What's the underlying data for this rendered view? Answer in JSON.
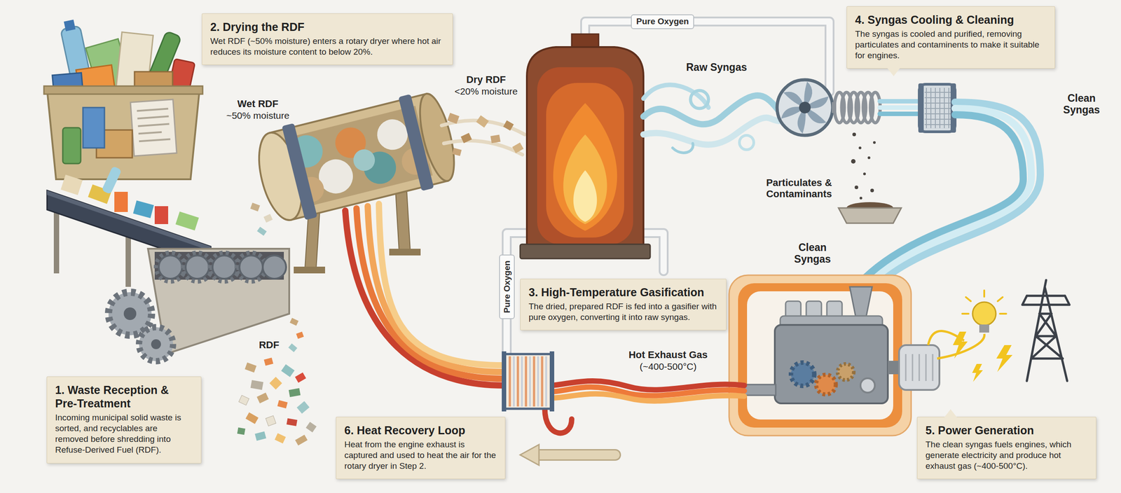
{
  "diagram": {
    "nodes": [
      {
        "text": [
          "1. Waste Reception & Pre-Treatment",
          "Incoming municipal solid waste is sorted, and recyclables are removed before shredding into Refuse-Derived Fuel (RDF)."
        ]
      },
      {
        "text": [
          "2. Drying the RDF",
          "Wet RDF (~50% moisture) enters a rotary dryer where hot air reduces its moisture content to below 20%."
        ]
      },
      {
        "text": [
          "3. High-Temperature Gasification",
          "The dried, prepared RDF is fed into a gasifier with pure oxygen, converting it into raw syngas."
        ]
      },
      {
        "text": [
          "4. Syngas Cooling & Cleaning",
          "The syngas is cooled and purified, removing particulates and contaminents to make it suitable for engines."
        ]
      },
      {
        "text": [
          "5. Power Generation",
          "The clean syngas fuels engines, which generate electricity and produce hot exhaust gas (~400-500°C)."
        ]
      },
      {
        "text": [
          "6. Heat Recovery Loop",
          "Heat from the engine exhaust is captured and used to heat the air for the rotary dryer in Step 2."
        ]
      },
      {
        "text": [
          "Pure Oxygen"
        ]
      },
      {
        "text": [
          "Pure Oxygen"
        ]
      }
    ],
    "labels": [
      "Wet RDF",
      "~50% moisture",
      "Dry RDF",
      "<20% moisture",
      "RDF",
      "Raw Syngas",
      "Clean Syngas",
      "Particulates & Contaminants",
      "Clean Syngas",
      "Hot Exhaust Gas",
      "(~400-500°C)"
    ]
  }
}
